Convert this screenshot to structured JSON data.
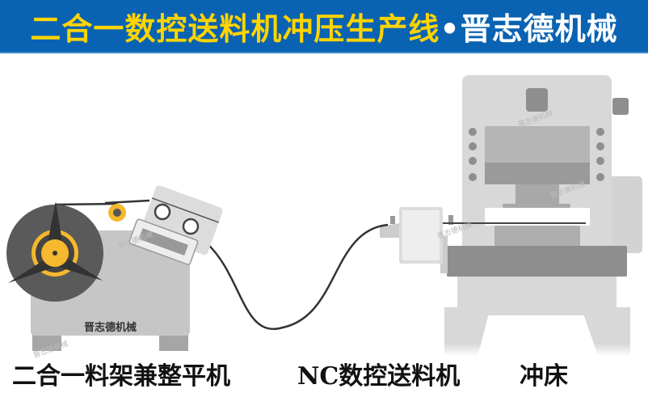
{
  "header": {
    "title_main": "二合一数控送料机冲压生产线",
    "separator": "•",
    "title_brand": "晋志德机械"
  },
  "machines": {
    "uncoiler_straightener": {
      "label": "二合一料架兼整平机",
      "body_brand": "晋志德机械"
    },
    "nc_feeder": {
      "label": "NC数控送料机"
    },
    "press": {
      "label": "冲床"
    }
  },
  "watermark": "晋志德机械",
  "colors": {
    "header_bg": "#0a63b2",
    "title_yellow": "#ffd400",
    "accent_yellow": "#f5b82e"
  }
}
